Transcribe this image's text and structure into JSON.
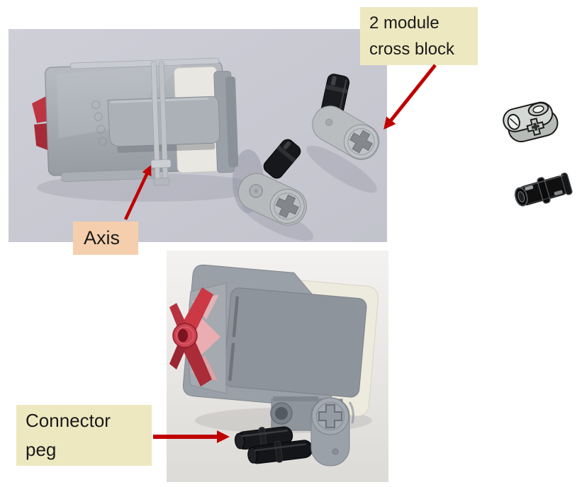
{
  "page": {
    "background": "#ffffff"
  },
  "annotations": {
    "arrow_color": "#c00000",
    "text_color": "#1a1a1a",
    "cross_block_label": {
      "lines": [
        "2 module",
        "cross block"
      ],
      "bg_color": "#eee8c0"
    },
    "axis_label": {
      "text": "Axis",
      "bg_color": "#f5cfad"
    },
    "connector_peg_label": {
      "lines": [
        "Connector",
        "peg"
      ],
      "bg_color": "#eee8c0"
    }
  },
  "figures": {
    "top_photo": {
      "semantic": "touch-sensor-rear-photo-with-axle-and-two-cross-blocks",
      "background": "#c9cad3"
    },
    "bottom_photo": {
      "semantic": "touch-sensor-side-photo-with-cross-block-and-connector-pegs",
      "background": "#efedeb"
    },
    "cross_block_part": {
      "semantic": "2-module-cross-block-part-drawing"
    },
    "connector_peg_part": {
      "semantic": "connector-peg-part-drawing"
    }
  }
}
